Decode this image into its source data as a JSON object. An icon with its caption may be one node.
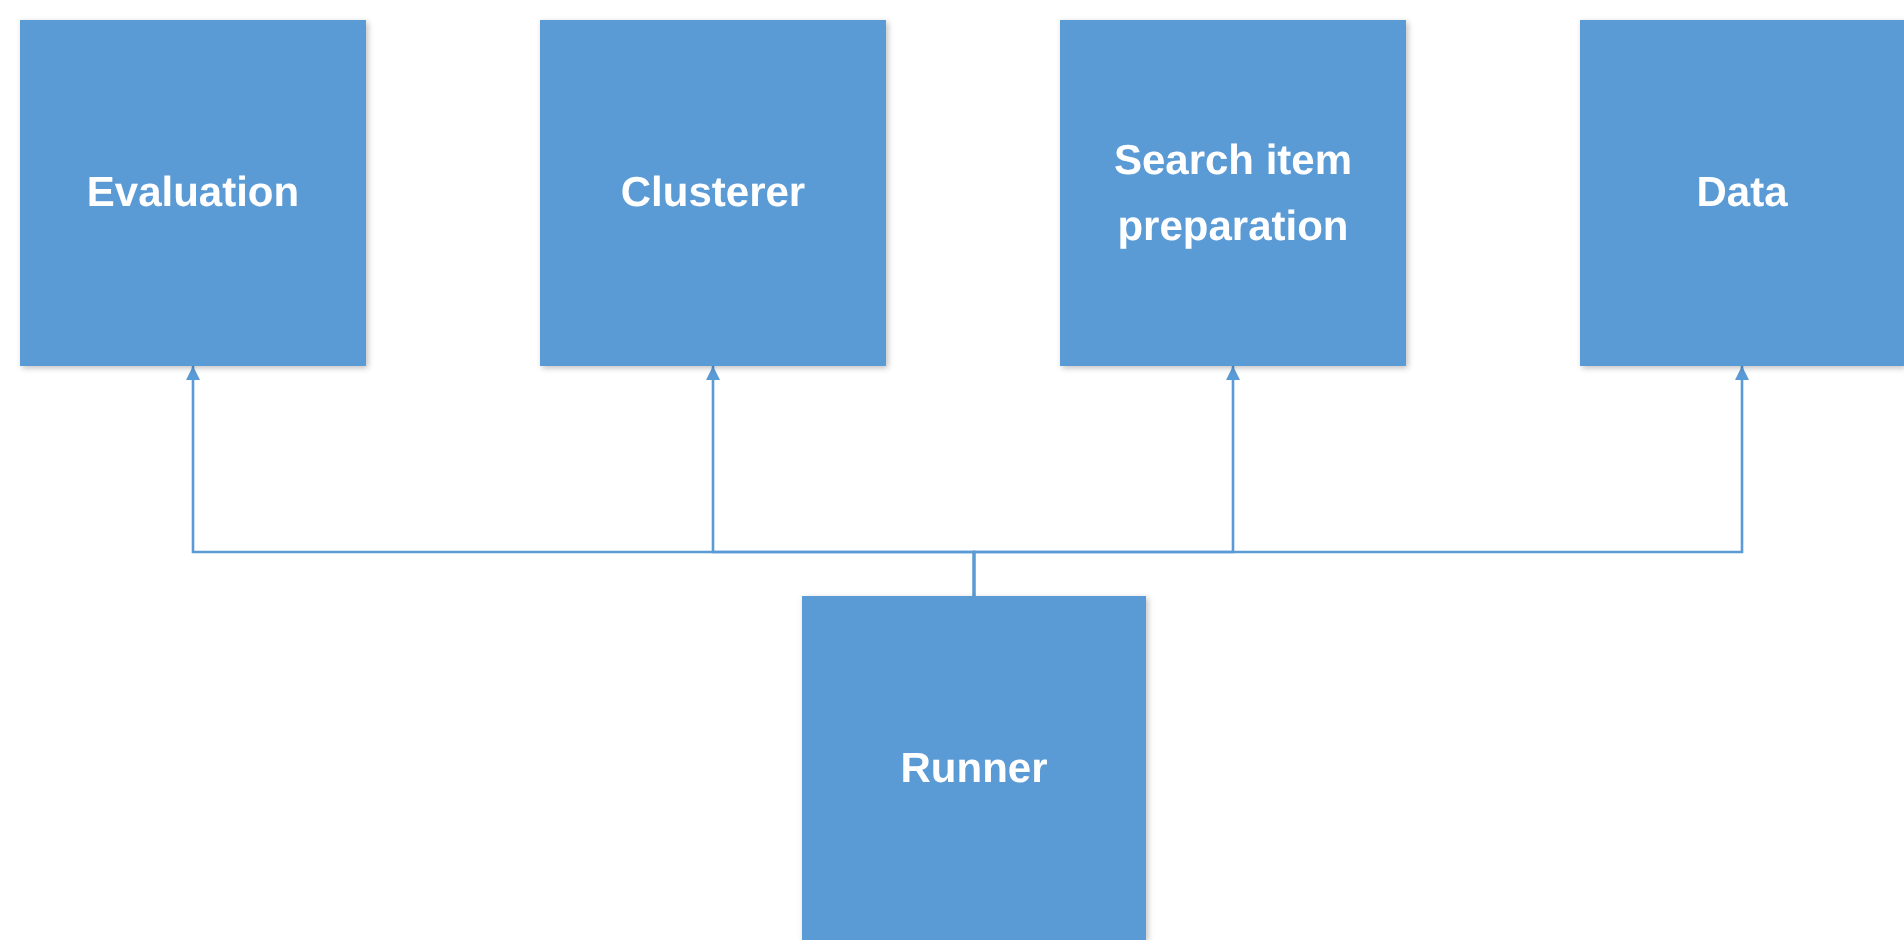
{
  "diagram": {
    "nodes": [
      {
        "text": [
          "Evaluation"
        ]
      },
      {
        "text": [
          "Clusterer"
        ]
      },
      {
        "text": [
          "Search item preparation"
        ]
      },
      {
        "text": [
          "Data"
        ]
      },
      {
        "text": [
          "Runner"
        ]
      }
    ],
    "edges": [
      {
        "from": 4,
        "to": 0,
        "arrow": "to"
      },
      {
        "from": 4,
        "to": 1,
        "arrow": "to"
      },
      {
        "from": 4,
        "to": 2,
        "arrow": "to"
      },
      {
        "from": 4,
        "to": 3,
        "arrow": "to"
      }
    ]
  }
}
